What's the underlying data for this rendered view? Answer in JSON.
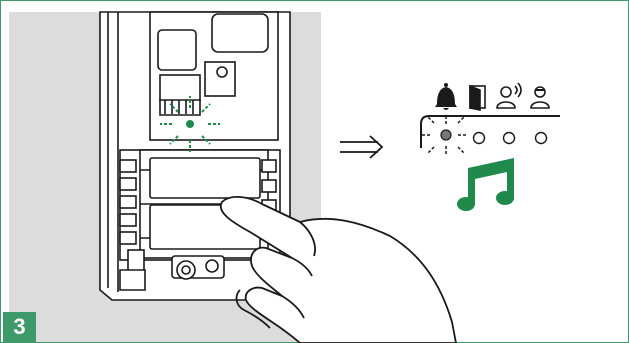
{
  "step": {
    "number": "3"
  },
  "colors": {
    "frame": "#3f9a6a",
    "accent_green": "#1f8a4c",
    "wall_gray": "#dcdcdc",
    "line": "#1a1a1a"
  },
  "icons": {
    "illustration": "door-entry-panel-with-finger-pressing-call-button",
    "arrow": "double-right-arrow-icon",
    "status_icons": [
      "bell-icon",
      "door-icon",
      "speaking-person-icon",
      "person-icon"
    ],
    "music": "music-note-icon"
  },
  "leds": {
    "total": 4,
    "blinking_index": 0
  }
}
